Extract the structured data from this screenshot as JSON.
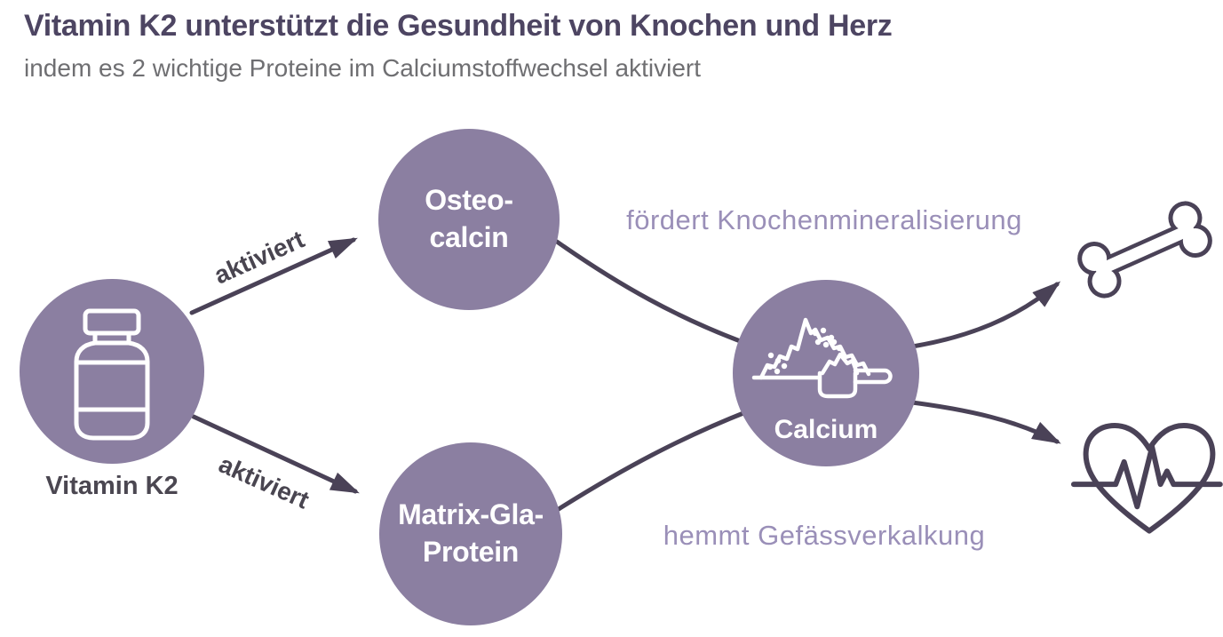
{
  "header": {
    "title": "Vitamin K2 unterstützt die Gesundheit von Knochen und Herz",
    "subtitle": "indem es 2 wichtige Proteine im Calciumstoffwechsel aktiviert"
  },
  "nodes": {
    "vitamin_k2": {
      "label": "Vitamin K2",
      "icon": "supplement-bottle-icon"
    },
    "osteocalcin": {
      "line1": "Osteo-",
      "line2": "calcin"
    },
    "matrix_gla": {
      "line1": "Matrix-Gla-",
      "line2": "Protein"
    },
    "calcium": {
      "label": "Calcium",
      "icon": "calcium-powder-scoop-icon"
    }
  },
  "edges": {
    "activates_top": {
      "label": "aktiviert"
    },
    "activates_bottom": {
      "label": "aktiviert"
    },
    "calcium_to_bone": {
      "label": "fördert Knochenmineralisierung",
      "target_icon": "bone-icon"
    },
    "calcium_to_heart": {
      "label": "hemmt Gefässverkalkung",
      "target_icon": "heart-ekg-icon"
    }
  },
  "colors": {
    "node_fill": "#8b7fa1",
    "line_dark": "#4a4257",
    "title_text": "#4d4562",
    "subtitle_text": "#6f6f72",
    "dark_label_text": "#494550",
    "effect_text": "#9a8fb8",
    "icon_stroke": "#ffffff",
    "background": "#ffffff"
  }
}
